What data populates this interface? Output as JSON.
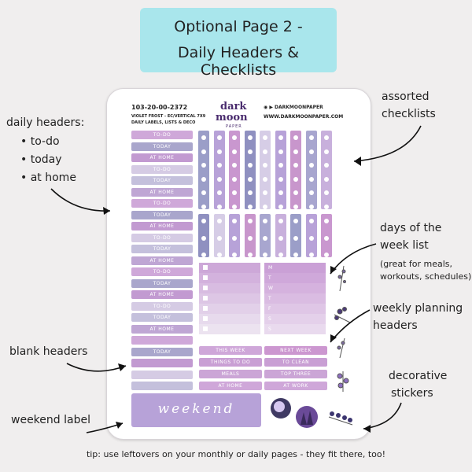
{
  "title": {
    "line1": "Optional Page 2 -",
    "line2": "Daily Headers & Checklists"
  },
  "sheet": {
    "code": "103-20-00-2372",
    "meta": [
      "VIOLET FROST - EC/VERTICAL 7X9",
      "DAILY LABELS, LISTS & DECO"
    ],
    "logo": {
      "dark": "dark",
      "moon": "moon",
      "paper": "PAPER"
    },
    "social": "DARKMOONPAPER",
    "website": "WWW.DARKMOONPAPER.COM"
  },
  "headers_left": [
    "TO-DO",
    "TODAY",
    "AT HOME",
    "TO-DO",
    "TODAY",
    "AT HOME",
    "TO-DO",
    "TODAY",
    "AT HOME",
    "TO-DO",
    "TODAY",
    "AT HOME",
    "TO-DO",
    "TODAY",
    "AT HOME",
    "TO-DO",
    "TODAY",
    "AT HOME",
    "",
    "TODAY",
    "",
    "",
    ""
  ],
  "weekly_left": [
    "THIS WEEK",
    "THINGS TO DO",
    "MEALS",
    "AT HOME"
  ],
  "weekly_right": [
    "NEXT WEEK",
    "TO CLEAN",
    "TOP THREE",
    "AT WORK"
  ],
  "days": [
    "M",
    "T",
    "W",
    "T",
    "F",
    "S",
    "S"
  ],
  "weekend_label": "weekend",
  "annotations": {
    "daily_headers": "daily headers:",
    "bullets": [
      "to-do",
      "today",
      "at home"
    ],
    "assorted": [
      "assorted",
      "checklists"
    ],
    "days_week": [
      "days of the",
      "week list"
    ],
    "days_note": [
      "(great for meals,",
      "workouts, schedules)"
    ],
    "weekly": [
      "weekly planning",
      "headers"
    ],
    "blank": "blank headers",
    "decorative": [
      "decorative",
      "stickers"
    ],
    "weekend": "weekend label"
  },
  "tip": "tip: use leftovers on your monthly or daily pages - they fit there, too!",
  "colors": {
    "banner": "#a9e6ec",
    "lavender": "#c8b0dc",
    "periwinkle": "#a6a7cc",
    "orchid": "#c992c8",
    "pale": "#d7d0e6"
  }
}
